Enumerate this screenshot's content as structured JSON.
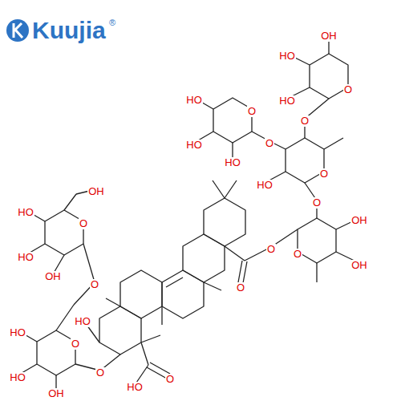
{
  "diagram": {
    "labels": [
      "Kuujia",
      "®",
      "OH",
      "HO",
      "O",
      "HO",
      "O",
      "HO",
      "O",
      "O",
      "HO",
      "HO",
      "O",
      "HO",
      "O",
      "OH",
      "HO",
      "OH",
      "O",
      "O",
      "O",
      "HO",
      "OH",
      "OH",
      "O",
      "O",
      "HO",
      "HO",
      "O",
      "O",
      "HO",
      "O",
      "HO",
      "OH"
    ]
  }
}
